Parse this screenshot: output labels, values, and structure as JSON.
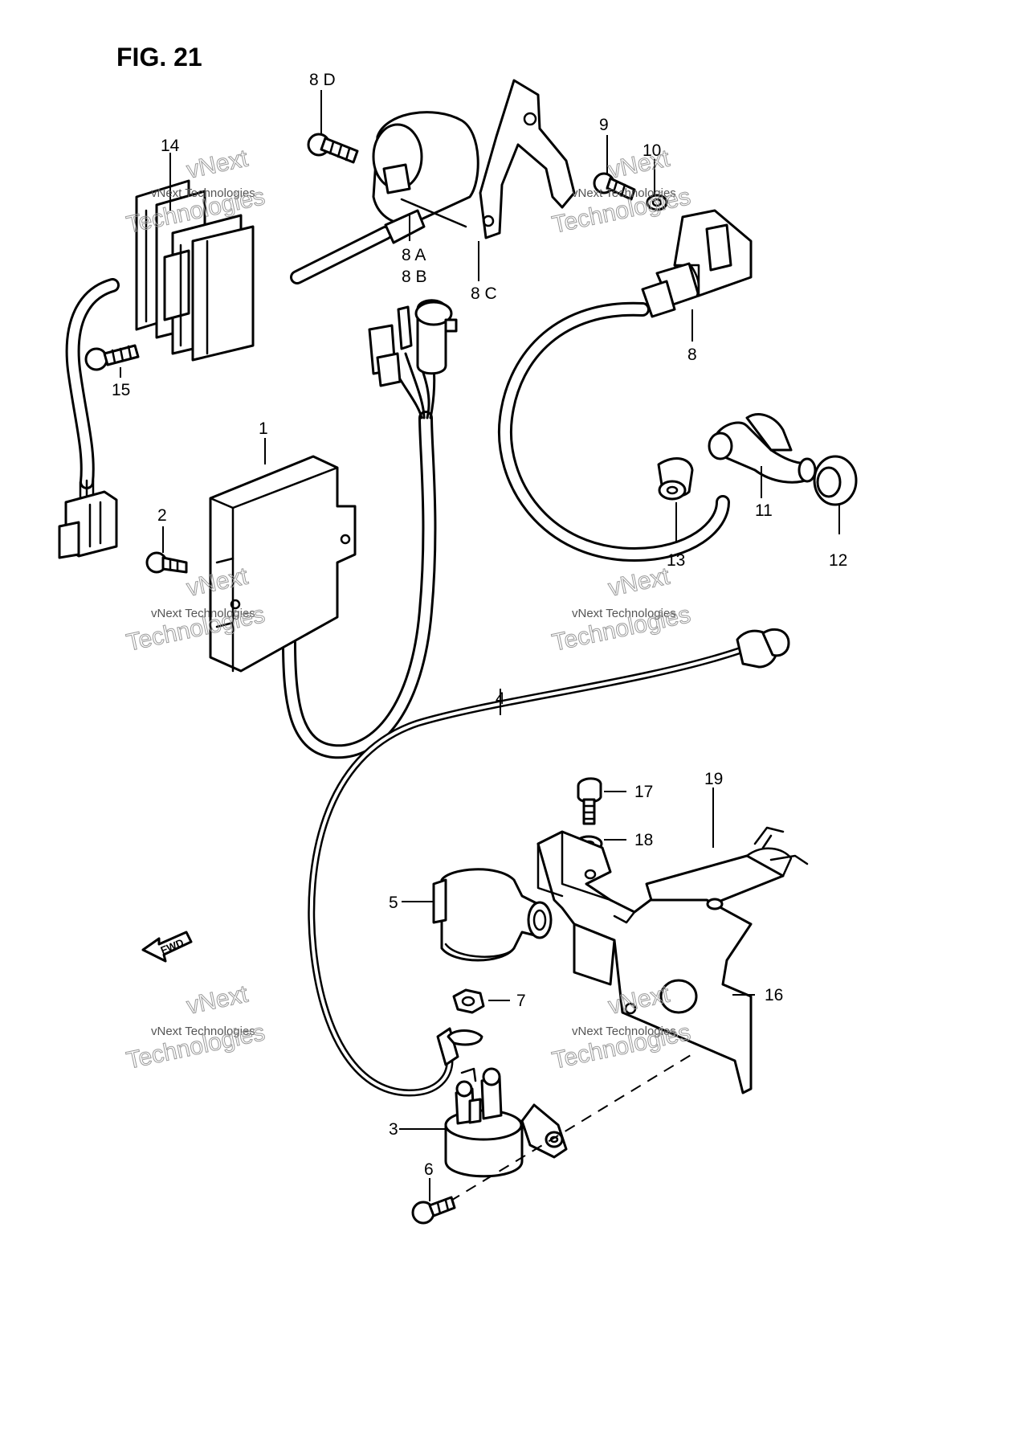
{
  "figure": {
    "title": "FIG. 21"
  },
  "callouts": {
    "c1": "1",
    "c2": "2",
    "c3": "3",
    "c4": "4",
    "c5": "5",
    "c6": "6",
    "c7": "7",
    "c8": "8",
    "c8a": "8 A",
    "c8b": "8 B",
    "c8c": "8 C",
    "c8d": "8 D",
    "c9": "9",
    "c10": "10",
    "c11": "11",
    "c12": "12",
    "c13": "13",
    "c14": "14",
    "c15": "15",
    "c16": "16",
    "c17": "17",
    "c18": "18",
    "c19": "19"
  },
  "forward_arrow": {
    "label": "FWD"
  },
  "watermark": {
    "line1": "vNext",
    "line2": "vNext Technologies",
    "line3": "Technologies"
  }
}
